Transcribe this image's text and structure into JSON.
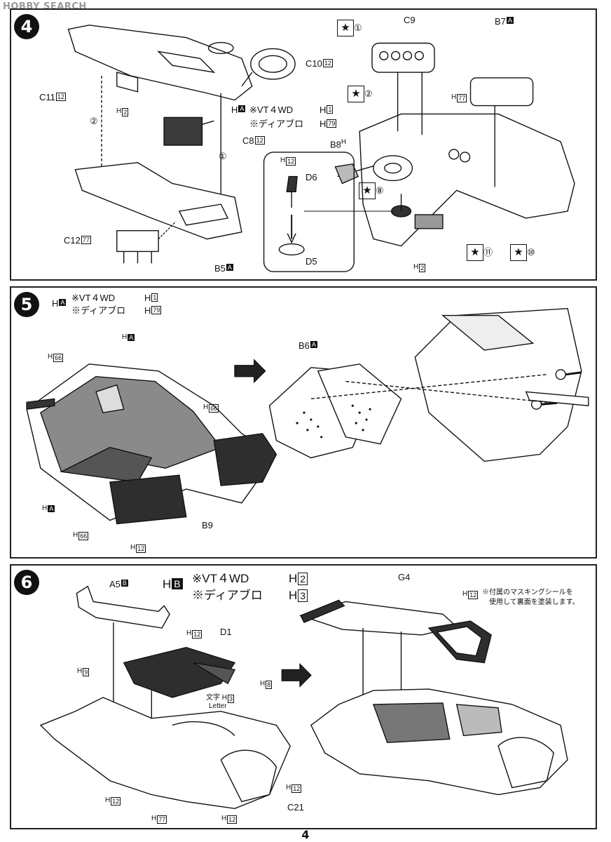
{
  "watermark": "HOBBY SEARCH",
  "page_number": "4",
  "step4": {
    "number": "4",
    "parts": {
      "c11": "C11",
      "c11_color": "12",
      "c10": "C10",
      "c10_color": "12",
      "c8": "C8",
      "c8_color": "12",
      "c12": "C12",
      "c12_color": "77",
      "b5": "B5",
      "b5_color": "A",
      "h2_a": "2",
      "c9": "C9",
      "b7": "B7",
      "b7_color": "A",
      "h77": "77",
      "b8": "B8",
      "d6": "D6",
      "d6_color": "12",
      "d5": "D5",
      "h2_b": "2"
    },
    "variants": {
      "prefix": "A",
      "vt4wd": "※VT４WD",
      "vt4wd_color": "1",
      "diablo": "※ディアブロ",
      "diablo_color": "79"
    },
    "sequence": {
      "s1": "①",
      "s2": "②",
      "star1": "①",
      "star2": "②",
      "star8": "⑧",
      "star11": "⑪",
      "star10": "⑩"
    }
  },
  "step5": {
    "number": "5",
    "variants": {
      "prefix": "A",
      "vt4wd": "※VT４WD",
      "vt4wd_color": "1",
      "diablo": "※ディアブロ",
      "diablo_color": "79"
    },
    "parts": {
      "h66_a": "66",
      "h_a_top": "A",
      "h66_b": "66",
      "h_a_left": "A",
      "h66_c": "66",
      "b9": "B9",
      "h12": "12",
      "b6": "B6",
      "b6_color": "A"
    }
  },
  "step6": {
    "number": "6",
    "variants": {
      "prefix": "B",
      "vt4wd": "※VT４WD",
      "vt4wd_color": "2",
      "diablo": "※ディアブロ",
      "diablo_color": "3"
    },
    "parts": {
      "a5": "A5",
      "a5_color": "B",
      "d1": "D1",
      "h12_a": "12",
      "h9": "9",
      "h8": "8",
      "letter_jp": "文字",
      "letter_color": "3",
      "letter_en": "Letter",
      "h12_b": "12",
      "h77": "77",
      "h12_c": "12",
      "h12_d": "12",
      "c21": "C21",
      "g4": "G4",
      "h12_mask": "12",
      "mask_note_1": "※付属のマスキングシールを",
      "mask_note_2": "使用して裏面を塗装します。"
    }
  },
  "colors": {
    "ink": "#111111",
    "panel_border": "#222222",
    "dark_fill": "#3a3a3a",
    "mid_fill": "#8a8a8a"
  }
}
